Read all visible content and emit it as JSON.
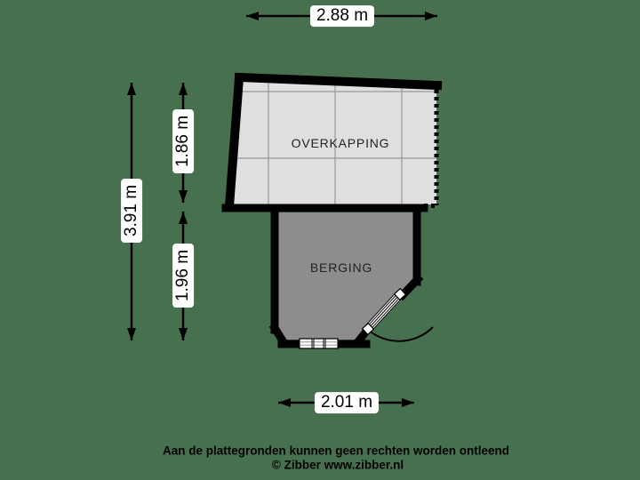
{
  "colors": {
    "background": "#47704F",
    "overkapping_fill": "#DFDFDF",
    "berging_fill": "#8D8D8D",
    "wall": "#000000",
    "grid_line": "#999999",
    "label_bg": "#FFFFFF",
    "text": "#000000"
  },
  "dimensions": {
    "top": "2.88 m",
    "left_total": "3.91 m",
    "left_overkapping": "1.86 m",
    "left_berging": "1.96 m",
    "bottom": "2.01 m"
  },
  "rooms": {
    "overkapping": {
      "label": "OVERKAPPING"
    },
    "berging": {
      "label": "BERGING"
    }
  },
  "footer": {
    "disclaimer": "Aan de plattegronden kunnen geen rechten worden ontleend",
    "copyright": "© Zibber www.zibber.nl"
  }
}
